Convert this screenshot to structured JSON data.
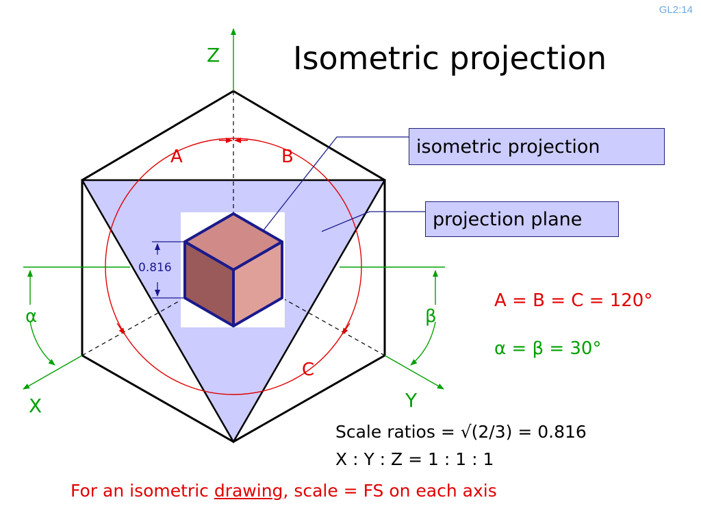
{
  "slide_id": "GL2:14",
  "title": "Isometric projection",
  "callouts": {
    "isometric_projection": "isometric projection",
    "projection_plane": "projection plane"
  },
  "axes": {
    "z": "Z",
    "x": "X",
    "y": "Y"
  },
  "angle_labels": {
    "a": "A",
    "b": "B",
    "c": "C",
    "alpha": "α",
    "beta": "β"
  },
  "dimension_label": "0.816",
  "equations": {
    "angles_abc": "A = B = C = 120°",
    "angles_ab_part1": "α",
    "angles_ab_part2": " = ",
    "angles_ab_part3": "β",
    "angles_ab_part4": " = 30°"
  },
  "scale": {
    "line1": "Scale ratios = √(2/3) = 0.816",
    "line2": "X : Y : Z = 1 : 1 : 1"
  },
  "footer": {
    "before": "For an isometric ",
    "underlined": "drawing",
    "after": ", scale = FS on each axis"
  },
  "colors": {
    "plane_fill": "#ccccff",
    "cube_top": "#d08a88",
    "cube_left": "#9a5a5a",
    "cube_right": "#e0a09a",
    "cube_edge": "#1a1a8c",
    "axis": "#00a000",
    "arc": "#e00000"
  }
}
